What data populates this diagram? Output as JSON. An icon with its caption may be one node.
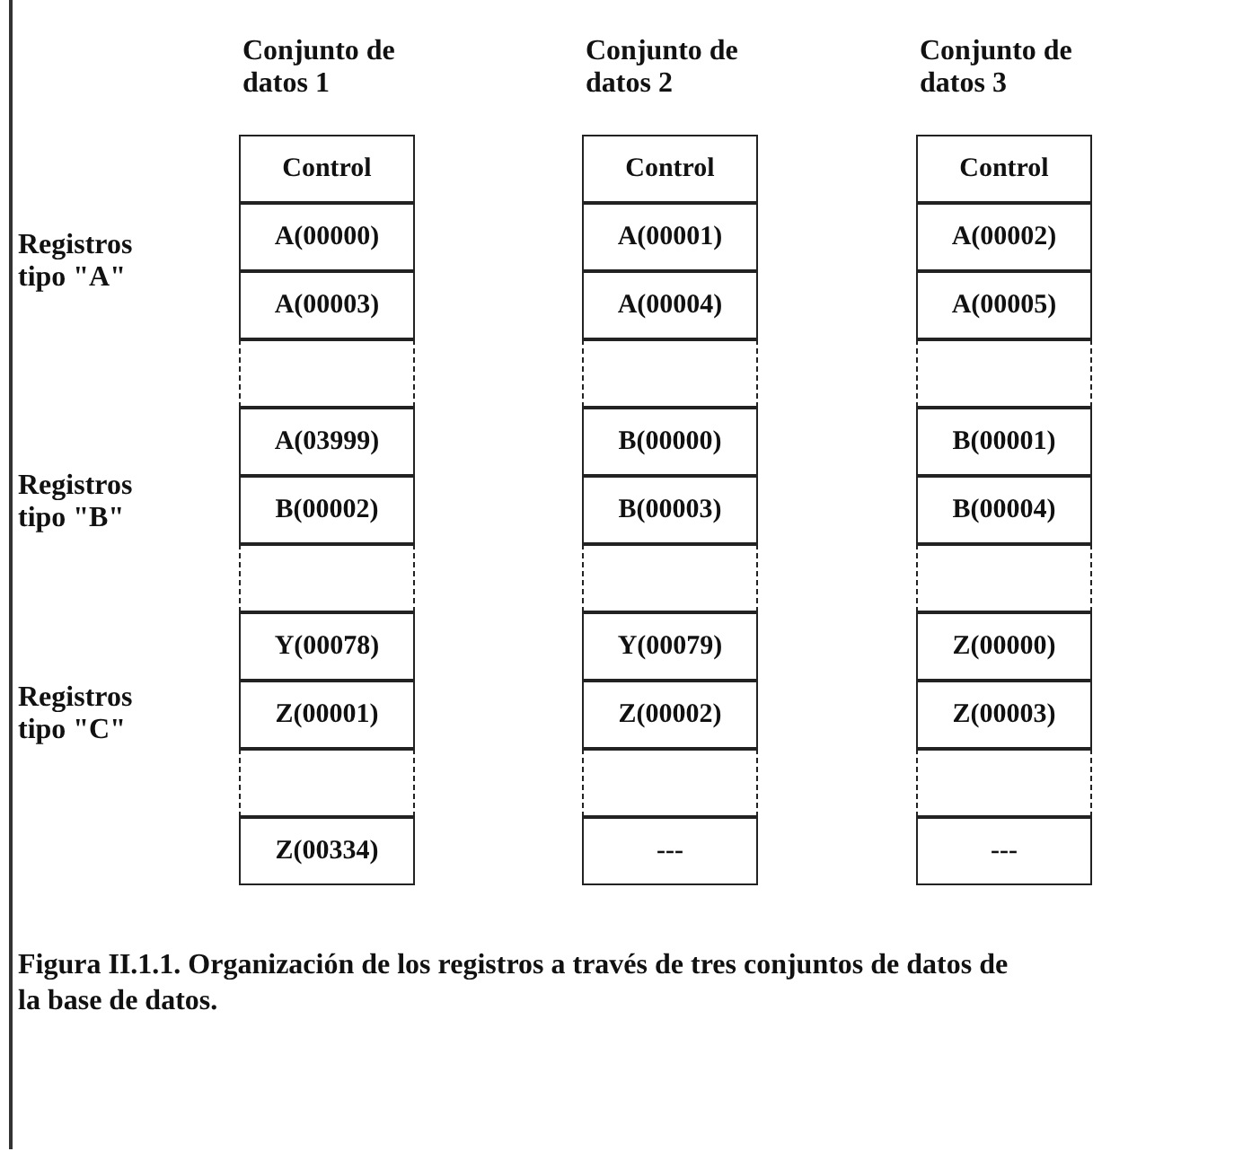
{
  "diagram": {
    "caption": "Figura II.1.1. Organización de los registros a través de tres conjuntos de datos de la base de datos.",
    "nodes": [
      {
        "text": [
          "Conjunto de datos 1"
        ]
      },
      {
        "text": [
          "Control"
        ],
        "in": 0
      },
      {
        "text": [
          "A(00000)"
        ],
        "in": 0
      },
      {
        "text": [
          "A(00003)"
        ],
        "in": 0
      },
      {
        "text": [],
        "shape": "box",
        "in": 0
      },
      {
        "text": [
          "A(03999)"
        ],
        "in": 0
      },
      {
        "text": [
          "B(00002)"
        ],
        "in": 0
      },
      {
        "text": [],
        "shape": "box",
        "in": 0
      },
      {
        "text": [
          "Y(00078)"
        ],
        "in": 0
      },
      {
        "text": [
          "Z(00001)"
        ],
        "in": 0
      },
      {
        "text": [],
        "shape": "box",
        "in": 0
      },
      {
        "text": [
          "Z(00334)"
        ],
        "in": 0
      },
      {
        "text": [
          "Conjunto de datos 2"
        ]
      },
      {
        "text": [
          "Control"
        ],
        "in": 12
      },
      {
        "text": [
          "A(00001)"
        ],
        "in": 12
      },
      {
        "text": [
          "A(00004)"
        ],
        "in": 12
      },
      {
        "text": [],
        "shape": "box",
        "in": 12
      },
      {
        "text": [
          "B(00000)"
        ],
        "in": 12
      },
      {
        "text": [
          "B(00003)"
        ],
        "in": 12
      },
      {
        "text": [],
        "shape": "box",
        "in": 12
      },
      {
        "text": [
          "Y(00079)"
        ],
        "in": 12
      },
      {
        "text": [
          "Z(00002)"
        ],
        "in": 12
      },
      {
        "text": [],
        "shape": "box",
        "in": 12
      },
      {
        "text": [
          "---"
        ],
        "in": 12
      },
      {
        "text": [
          "Conjunto de datos 3"
        ]
      },
      {
        "text": [
          "Control"
        ],
        "in": 24
      },
      {
        "text": [
          "A(00002)"
        ],
        "in": 24
      },
      {
        "text": [
          "A(00005)"
        ],
        "in": 24
      },
      {
        "text": [],
        "shape": "box",
        "in": 24
      },
      {
        "text": [
          "B(00001)"
        ],
        "in": 24
      },
      {
        "text": [
          "B(00004)"
        ],
        "in": 24
      },
      {
        "text": [],
        "shape": "box",
        "in": 24
      },
      {
        "text": [
          "Z(00000)"
        ],
        "in": 24
      },
      {
        "text": [
          "Z(00003)"
        ],
        "in": 24
      },
      {
        "text": [],
        "shape": "box",
        "in": 24
      },
      {
        "text": [
          "---"
        ],
        "in": 24
      }
    ],
    "labels": [
      "Registros tipo \"A\"",
      "Registros tipo \"B\"",
      "Registros tipo \"C\""
    ]
  }
}
